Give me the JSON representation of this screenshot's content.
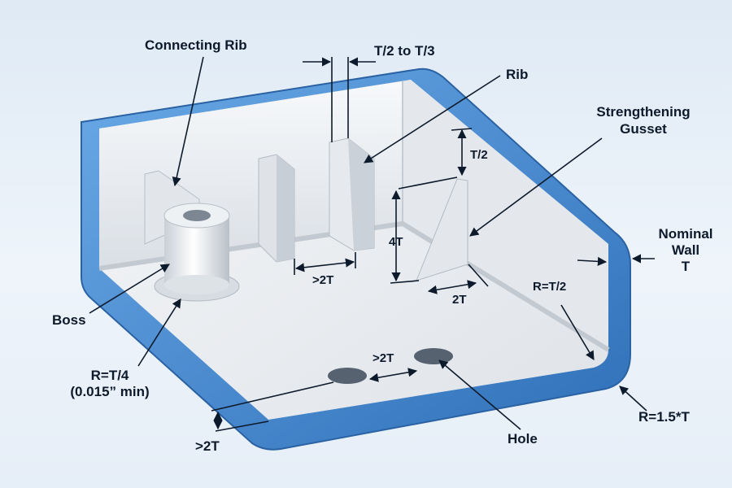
{
  "labels": {
    "connecting_rib": "Connecting Rib",
    "rib_thickness": "T/2 to T/3",
    "rib": "Rib",
    "gusset_line1": "Strengthening",
    "gusset_line2": "Gusset",
    "gusset_offset": "T/2",
    "nominal_wall_line1": "Nominal",
    "nominal_wall_line2": "Wall",
    "nominal_wall_line3": "T",
    "gusset_height": "4T",
    "rib_spacing": ">2T",
    "gusset_base": "2T",
    "inner_radius": "R=T/2",
    "boss": "Boss",
    "boss_radius_line1": "R=T/4",
    "boss_radius_line2": "(0.015” min)",
    "hole_spacing": ">2T",
    "hole": "Hole",
    "edge_distance": ">2T",
    "outer_radius": "R=1.5*T"
  },
  "colors": {
    "wall_blue": "#4a8fd6",
    "wall_blue_dark": "#2f6fb8",
    "plate": "#e9ecef",
    "annotation": "#0d1a2b"
  }
}
